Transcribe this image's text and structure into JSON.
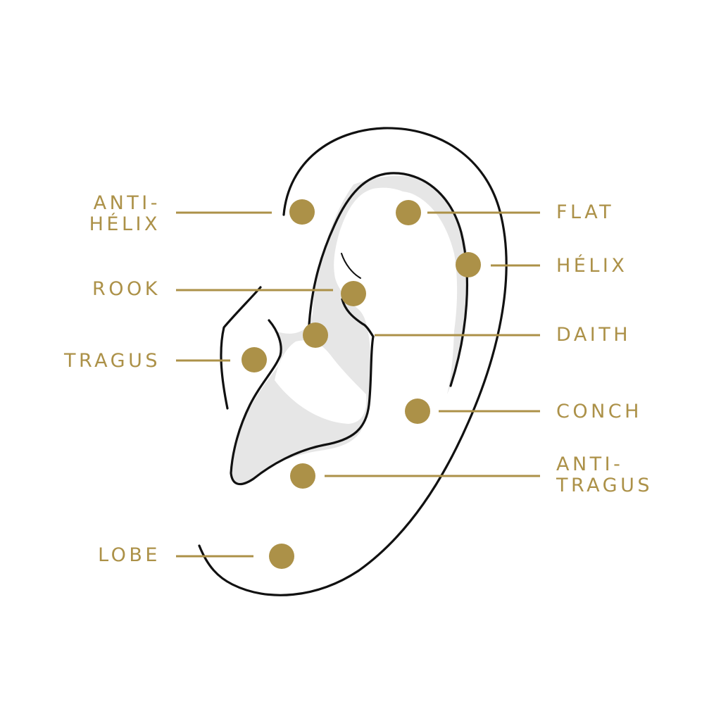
{
  "colors": {
    "accent": "#ac9148",
    "outline": "#111111",
    "shade": "#e6e6e6",
    "background": "#ffffff"
  },
  "labels": {
    "anti_helix": [
      "ANTI-",
      "HÉLIX"
    ],
    "rook": "ROOK",
    "tragus": "TRAGUS",
    "lobe": "LOBE",
    "flat": "FLAT",
    "helix": "HÉLIX",
    "daith": "DAITH",
    "conch": "CONCH",
    "anti_tragus": [
      "ANTI-",
      "TRAGUS"
    ]
  }
}
